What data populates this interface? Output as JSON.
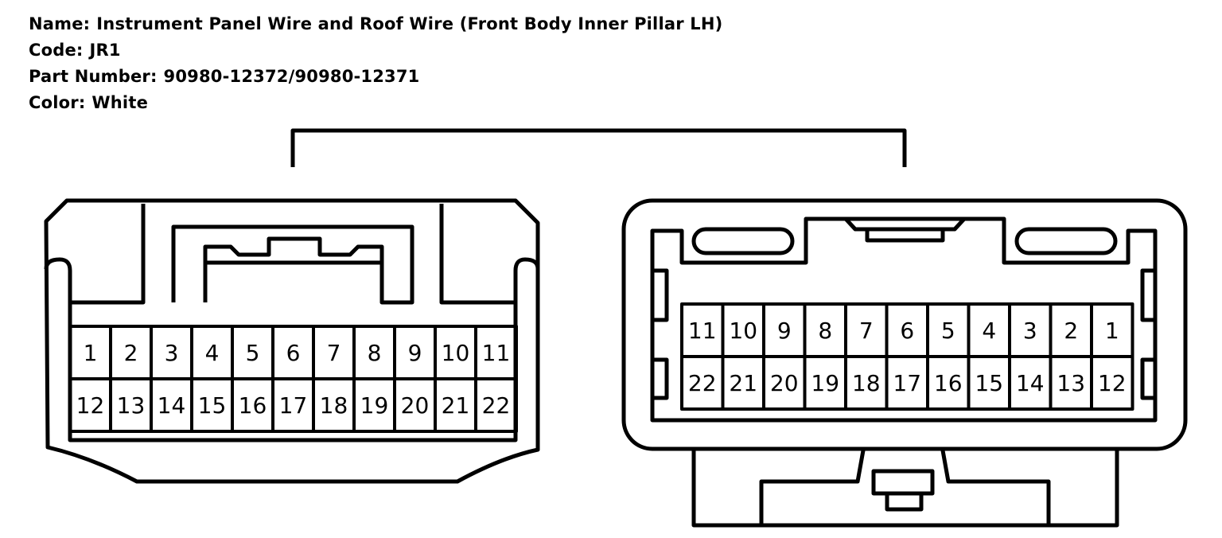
{
  "header": {
    "name_label": "Name:",
    "name_value": "Instrument Panel Wire and Roof Wire (Front Body Inner Pillar LH)",
    "code_label": "Code:",
    "code_value": "JR1",
    "part_label": "Part Number:",
    "part_value": "90980-12372/90980-12371",
    "color_label": "Color:",
    "color_value": "White"
  },
  "left_connector": {
    "row1": [
      "1",
      "2",
      "3",
      "4",
      "5",
      "6",
      "7",
      "8",
      "9",
      "10",
      "11"
    ],
    "row2": [
      "12",
      "13",
      "14",
      "15",
      "16",
      "17",
      "18",
      "19",
      "20",
      "21",
      "22"
    ]
  },
  "right_connector": {
    "row1": [
      "11",
      "10",
      "9",
      "8",
      "7",
      "6",
      "5",
      "4",
      "3",
      "2",
      "1"
    ],
    "row2": [
      "22",
      "21",
      "20",
      "19",
      "18",
      "17",
      "16",
      "15",
      "14",
      "13",
      "12"
    ]
  }
}
